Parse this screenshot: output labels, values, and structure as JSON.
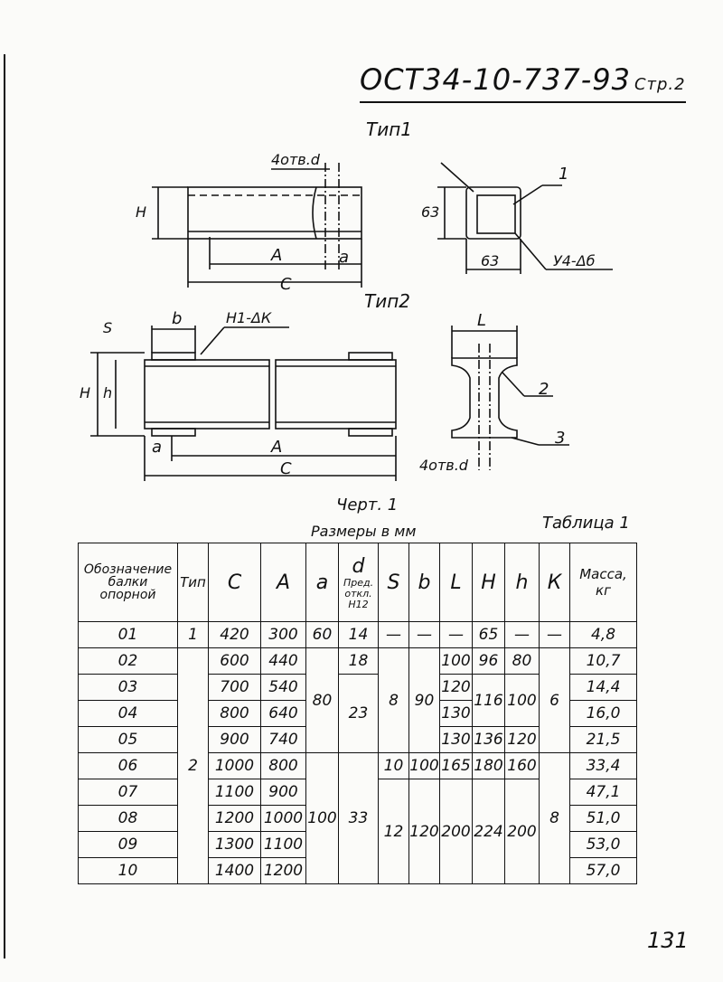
{
  "header": {
    "code": "ОСТ34-10-737-93",
    "page": "Стр.2"
  },
  "drawing": {
    "type1_label": "Тип1",
    "type2_label": "Тип2",
    "labels": {
      "holes_top": "4отв.d",
      "H": "H",
      "A": "A",
      "a": "a",
      "C": "C",
      "dim63_v": "63",
      "dim63_h": "63",
      "callout1": "1",
      "weld1": "У4-Δб",
      "S": "S",
      "b": "b",
      "weld2": "Н1-ΔК",
      "h": "h",
      "L": "L",
      "callout2": "2",
      "callout3": "3",
      "holes_bottom": "4отв.d"
    }
  },
  "caption": {
    "chart": "Черт. 1",
    "units": "Размеры в мм",
    "table": "Таблица 1"
  },
  "table": {
    "headers": {
      "designation": "Обозначение балки опорной",
      "type": "Тип",
      "C": "C",
      "A": "A",
      "a": "a",
      "d": "d",
      "d_note": "Пред. откл. H12",
      "S": "S",
      "b": "b",
      "L": "L",
      "H": "H",
      "h": "h",
      "K": "К",
      "mass": "Масса, кг"
    },
    "rows": [
      {
        "des": "01",
        "type": "1",
        "C": "420",
        "A": "300",
        "a": "60",
        "d": "14",
        "S": "—",
        "b": "—",
        "L": "—",
        "H": "65",
        "h": "—",
        "K": "—",
        "mass": "4,8"
      },
      {
        "des": "02",
        "C": "600",
        "A": "440",
        "d": "18",
        "L": "100",
        "H": "96",
        "h": "80",
        "mass": "10,7"
      },
      {
        "des": "03",
        "C": "700",
        "A": "540",
        "L": "120",
        "mass": "14,4"
      },
      {
        "des": "04",
        "C": "800",
        "A": "640",
        "L": "130",
        "mass": "16,0"
      },
      {
        "des": "05",
        "C": "900",
        "A": "740",
        "L": "130",
        "H": "136",
        "h": "120",
        "mass": "21,5"
      },
      {
        "des": "06",
        "C": "1000",
        "A": "800",
        "S": "10",
        "b": "100",
        "L": "165",
        "H": "180",
        "h": "160",
        "mass": "33,4"
      },
      {
        "des": "07",
        "C": "1100",
        "A": "900",
        "mass": "47,1"
      },
      {
        "des": "08",
        "C": "1200",
        "A": "1000",
        "mass": "51,0"
      },
      {
        "des": "09",
        "C": "1300",
        "A": "1100",
        "mass": "53,0"
      },
      {
        "des": "10",
        "C": "1400",
        "A": "1200",
        "mass": "57,0"
      }
    ],
    "merged": {
      "type_2": "2",
      "a_80": "80",
      "a_100": "100",
      "d_23": "23",
      "d_33": "33",
      "S_8": "8",
      "S_12": "12",
      "b_90": "90",
      "b_120": "120",
      "L_200": "200",
      "H_116": "116",
      "H_224": "224",
      "h_100": "100",
      "h_200": "200",
      "K_6": "6",
      "K_8": "8"
    }
  },
  "page_number": "131"
}
